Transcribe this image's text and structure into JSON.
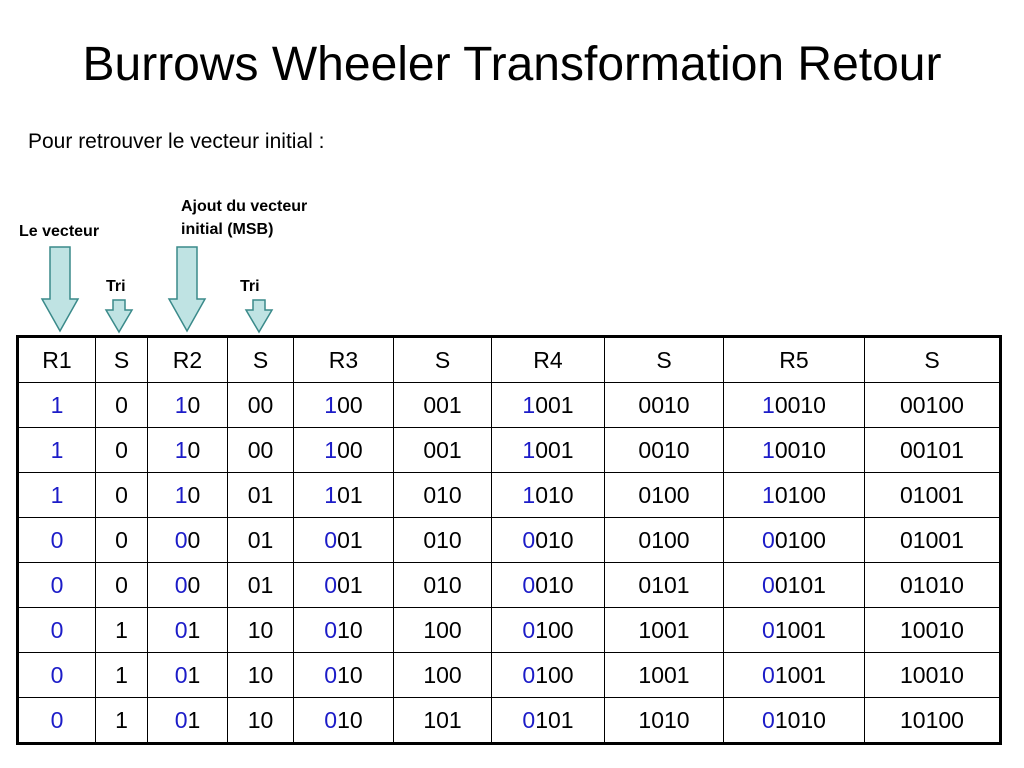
{
  "title": "Burrows Wheeler Transformation Retour",
  "subtitle": "Pour retrouver le vecteur initial :",
  "labels": {
    "le_vecteur": "Le vecteur",
    "ajout_line1": "Ajout du vecteur",
    "ajout_line2": "initial (MSB)",
    "tri1": "Tri",
    "tri2": "Tri"
  },
  "colors": {
    "highlight": "#1c1cc8",
    "arrow_fill": "#bfe3e3",
    "arrow_stroke": "#3a8a8a"
  },
  "table": {
    "headers": [
      "R1",
      "S",
      "R2",
      "S",
      "R3",
      "S",
      "R4",
      "S",
      "R5",
      "S"
    ],
    "rows": [
      [
        "1",
        "0",
        "10",
        "00",
        "100",
        "001",
        "1001",
        "0010",
        "10010",
        "00100"
      ],
      [
        "1",
        "0",
        "10",
        "00",
        "100",
        "001",
        "1001",
        "0010",
        "10010",
        "00101"
      ],
      [
        "1",
        "0",
        "10",
        "01",
        "101",
        "010",
        "1010",
        "0100",
        "10100",
        "01001"
      ],
      [
        "0",
        "0",
        "00",
        "01",
        "001",
        "010",
        "0010",
        "0100",
        "00100",
        "01001"
      ],
      [
        "0",
        "0",
        "00",
        "01",
        "001",
        "010",
        "0010",
        "0101",
        "00101",
        "01010"
      ],
      [
        "0",
        "1",
        "01",
        "10",
        "010",
        "100",
        "0100",
        "1001",
        "01001",
        "10010"
      ],
      [
        "0",
        "1",
        "01",
        "10",
        "010",
        "100",
        "0100",
        "1001",
        "01001",
        "10010"
      ],
      [
        "0",
        "1",
        "01",
        "10",
        "010",
        "101",
        "0101",
        "1010",
        "01010",
        "10100"
      ]
    ]
  }
}
